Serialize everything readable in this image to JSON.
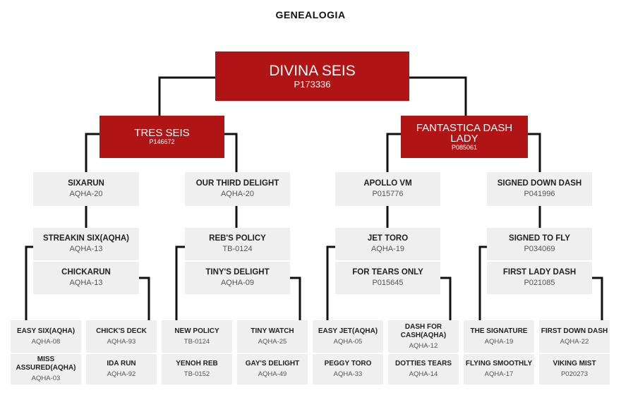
{
  "title": "GENEALOGIA",
  "colors": {
    "primary": "#b01414",
    "box": "#efefef",
    "line": "#111111"
  },
  "root": {
    "name": "DIVINA SEIS",
    "code": "P173336",
    "sire": {
      "name": "TRES SEIS",
      "code": "P146672",
      "sire": {
        "name": "SIXARUN",
        "code": "AQHA-20",
        "sire": {
          "name": "STREAKIN SIX(AQHA)",
          "code": "AQHA-13",
          "sire": {
            "name": "EASY SIX(AQHA)",
            "code": "AQHA-08"
          },
          "dam": {
            "name": "MISS ASSURED(AQHA)",
            "code": "AQHA-03"
          }
        },
        "dam": {
          "name": "CHICKARUN",
          "code": "AQHA-13",
          "sire": {
            "name": "CHICK'S DECK",
            "code": "AQHA-93"
          },
          "dam": {
            "name": "IDA RUN",
            "code": "AQHA-92"
          }
        }
      },
      "dam": {
        "name": "OUR THIRD DELIGHT",
        "code": "AQHA-20",
        "sire": {
          "name": "REB'S POLICY",
          "code": "TB-0124",
          "sire": {
            "name": "NEW POLICY",
            "code": "TB-0124"
          },
          "dam": {
            "name": "YENOH REB",
            "code": "TB-0152"
          }
        },
        "dam": {
          "name": "TINY'S DELIGHT",
          "code": "AQHA-09",
          "sire": {
            "name": "TINY WATCH",
            "code": "AQHA-25"
          },
          "dam": {
            "name": "GAY'S DELIGHT",
            "code": "AQHA-49"
          }
        }
      }
    },
    "dam": {
      "name": "FANTASTICA DASH LADY",
      "code": "P085061",
      "sire": {
        "name": "APOLLO VM",
        "code": "P015776",
        "sire": {
          "name": "JET TORO",
          "code": "AQHA-19",
          "sire": {
            "name": "EASY JET(AQHA)",
            "code": "AQHA-05"
          },
          "dam": {
            "name": "PEGGY TORO",
            "code": "AQHA-33"
          }
        },
        "dam": {
          "name": "FOR TEARS ONLY",
          "code": "P015645",
          "sire": {
            "name": "DASH FOR CASH(AQHA)",
            "code": "AQHA-12"
          },
          "dam": {
            "name": "DOTTIES TEARS",
            "code": "AQHA-14"
          }
        }
      },
      "dam": {
        "name": "SIGNED DOWN DASH",
        "code": "P041996",
        "sire": {
          "name": "SIGNED TO FLY",
          "code": "P034069",
          "sire": {
            "name": "THE SIGNATURE",
            "code": "AQHA-19"
          },
          "dam": {
            "name": "FLYING SMOOTHLY",
            "code": "AQHA-17"
          }
        },
        "dam": {
          "name": "FIRST LADY DASH",
          "code": "P021085",
          "sire": {
            "name": "FIRST DOWN DASH",
            "code": "AQHA-22"
          },
          "dam": {
            "name": "VIKING MIST",
            "code": "P020273"
          }
        }
      }
    }
  }
}
